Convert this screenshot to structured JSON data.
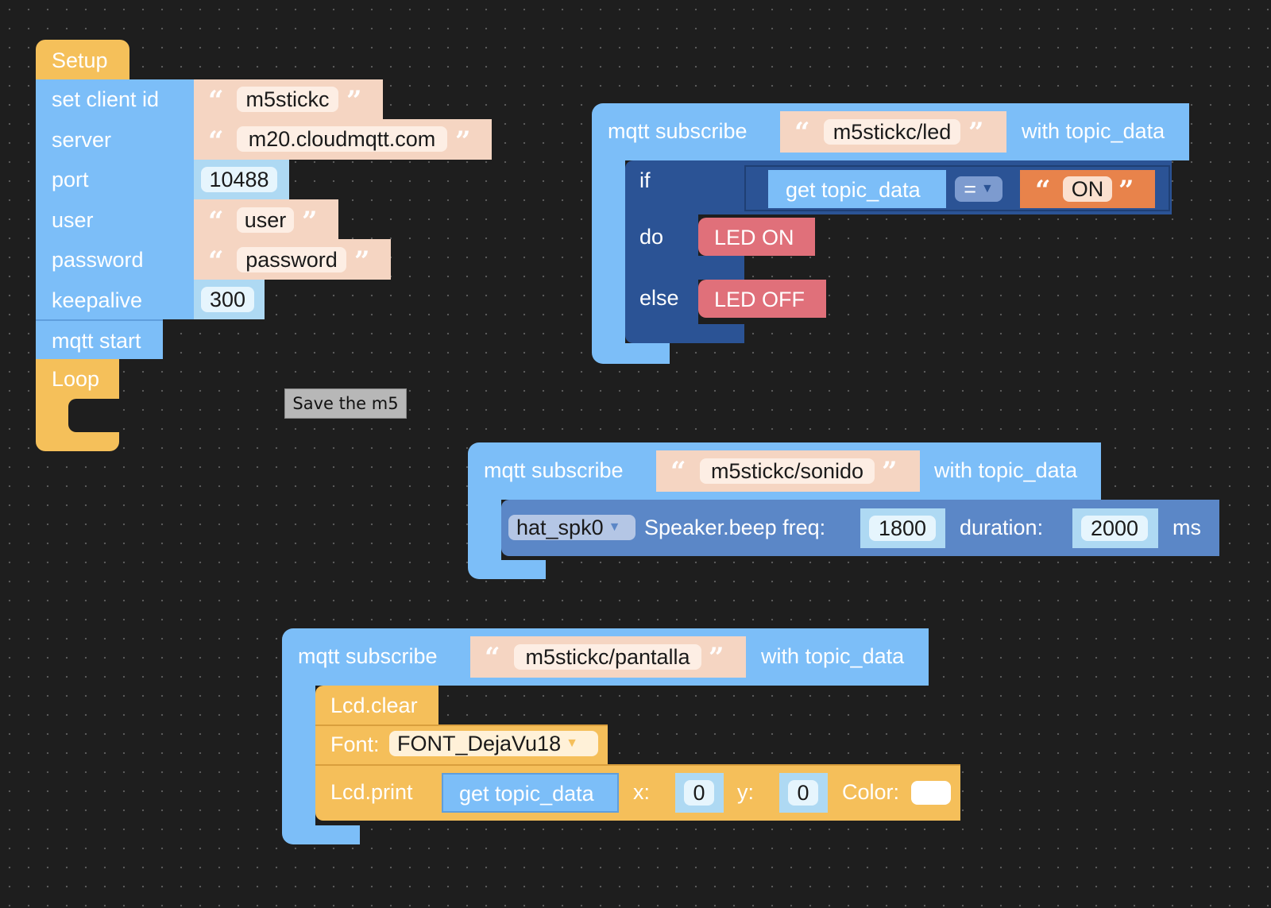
{
  "setup": {
    "hat": "Setup",
    "rows": [
      {
        "label": "set client id",
        "value": "m5stickc",
        "kind": "string"
      },
      {
        "label": "server",
        "value": "m20.cloudmqtt.com",
        "kind": "string"
      },
      {
        "label": "port",
        "value": "10488",
        "kind": "number"
      },
      {
        "label": "user",
        "value": "user",
        "kind": "string"
      },
      {
        "label": "password",
        "value": "password",
        "kind": "string"
      },
      {
        "label": "keepalive",
        "value": "300",
        "kind": "number"
      }
    ],
    "mqtt_start": "mqtt start",
    "loop": "Loop"
  },
  "save_tooltip": "Save the m5",
  "sub_led": {
    "label": "mqtt subscribe",
    "topic": "m5stickc/led",
    "suffix": "with topic_data",
    "if_label": "if",
    "do_label": "do",
    "else_label": "else",
    "getter": "get topic_data",
    "operator": "=",
    "compare": "ON",
    "led_on": "LED ON",
    "led_off": "LED OFF"
  },
  "sub_sonido": {
    "label": "mqtt subscribe",
    "topic": "m5stickc/sonido",
    "suffix": "with topic_data",
    "speaker": "hat_spk0",
    "beep_label": "Speaker.beep freq:",
    "freq": "1800",
    "duration_label": "duration:",
    "duration": "2000",
    "unit": "ms"
  },
  "sub_pantalla": {
    "label": "mqtt subscribe",
    "topic": "m5stickc/pantalla",
    "suffix": "with topic_data",
    "lcd_clear": "Lcd.clear",
    "font_label": "Font:",
    "font_value": "FONT_DejaVu18",
    "lcd_print": "Lcd.print",
    "getter": "get topic_data",
    "x_label": "x:",
    "x_value": "0",
    "y_label": "y:",
    "y_value": "0",
    "color_label": "Color:",
    "color_value": "#ffffff"
  },
  "quote_open": "“",
  "quote_close": "”",
  "dropdown_icon": "chevron-down-icon"
}
